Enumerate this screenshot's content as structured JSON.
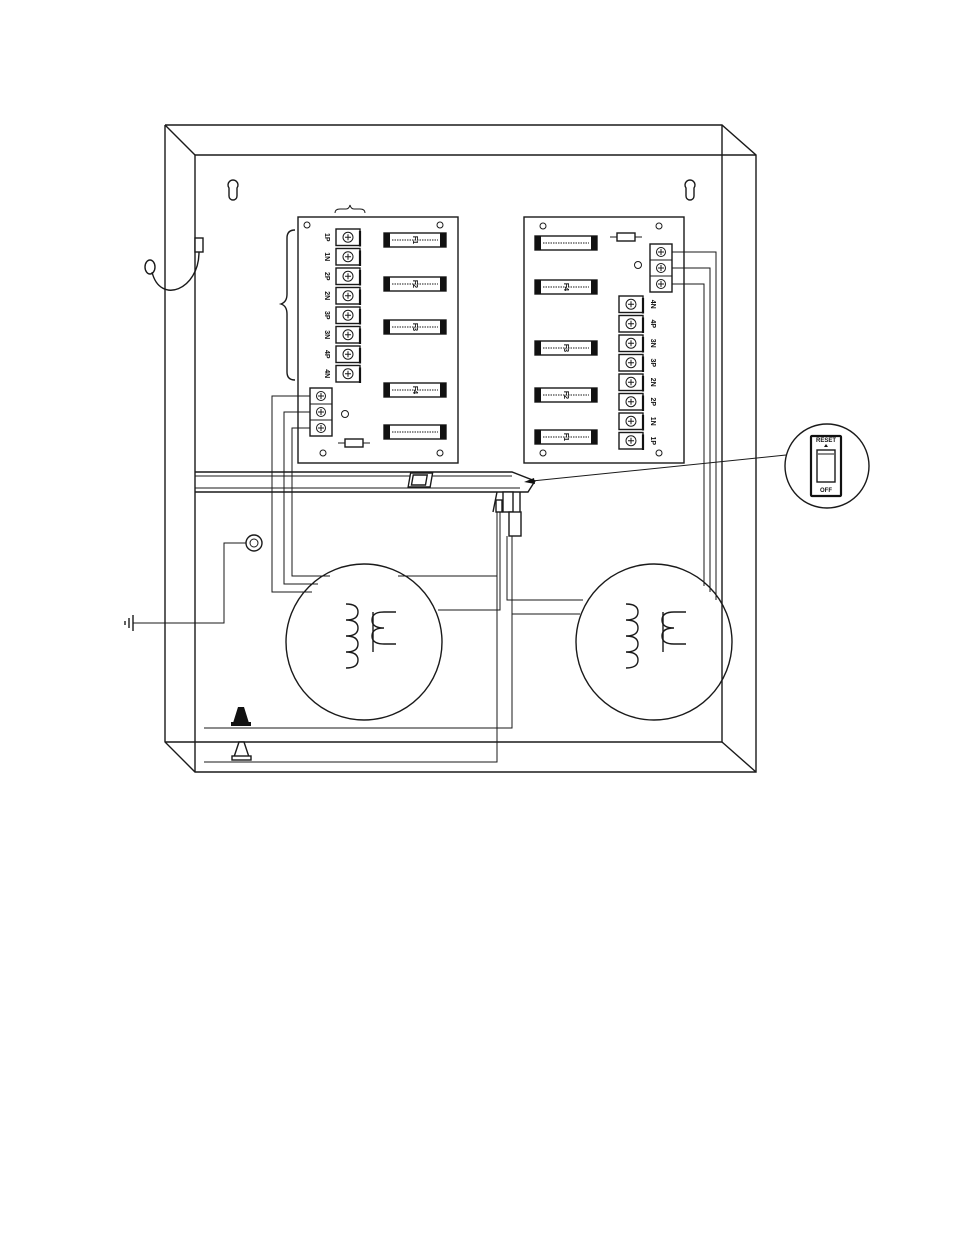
{
  "left_board": {
    "terminals": [
      "1P",
      "1N",
      "2P",
      "2N",
      "3P",
      "3N",
      "4P",
      "4N"
    ]
  },
  "right_board": {
    "terminals": [
      "4N",
      "4P",
      "3N",
      "3P",
      "2N",
      "2P",
      "1N",
      "1P"
    ]
  },
  "fuse_labels": {
    "left": [
      "F1",
      "F2",
      "F3",
      "F4",
      ""
    ],
    "right": [
      "",
      "F4",
      "F3",
      "F2",
      "F1"
    ]
  },
  "switch_detail": {
    "top_label": "RESET",
    "bottom_label": "OFF"
  }
}
